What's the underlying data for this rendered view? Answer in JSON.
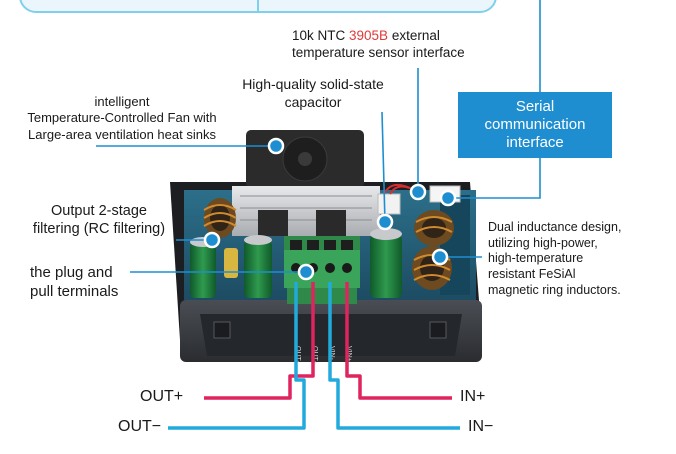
{
  "labels": {
    "ntc_line1_pre": "10k NTC ",
    "ntc_line1_model": "3905B",
    "ntc_line1_post": " external",
    "ntc_line2": "temperature sensor interface",
    "capacitor_line1": "High-quality solid-state",
    "capacitor_line2": "capacitor",
    "fan_line1": "intelligent",
    "fan_line2": "Temperature-Controlled Fan with",
    "fan_line3": "Large-area ventilation heat sinks",
    "serial_line1": "Serial",
    "serial_line2": "communication",
    "serial_line3": "interface",
    "filter_line1": "Output 2-stage",
    "filter_line2": "filtering (RC filtering)",
    "inductance_line1": "Dual inductance design,",
    "inductance_line2": "utilizing high-power,",
    "inductance_line3": "high-temperature",
    "inductance_line4": "resistant FeSiAl",
    "inductance_line5": "magnetic ring inductors.",
    "terminal_line1": "the plug and",
    "terminal_line2": "pull terminals",
    "terminal_marks": [
      "OUT-",
      "OUT+",
      "VIN-",
      "VIN+"
    ]
  },
  "wires": {
    "out_plus": "OUT+",
    "out_minus": "OUT−",
    "in_plus": "IN+",
    "in_minus": "IN−"
  },
  "colors": {
    "accent_blue": "#1e8ed0",
    "wire_red": "#e0245e",
    "wire_cyan": "#22aadd",
    "model_red": "#e03a3a",
    "terminal_green": "#3aa55a",
    "heatsink_dark": "#2b2b2b",
    "enclosure": "#3a3d42"
  }
}
